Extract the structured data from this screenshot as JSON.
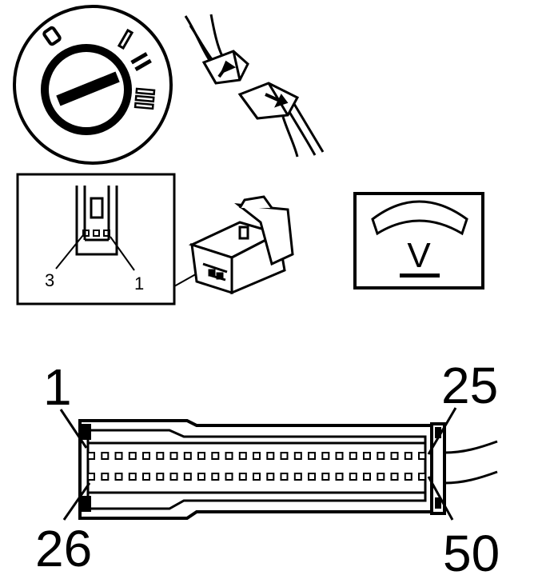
{
  "ignition_switch": {
    "positions": [
      "0",
      "I",
      "II",
      "III"
    ]
  },
  "small_connector": {
    "pin_left": "3",
    "pin_right": "1"
  },
  "voltmeter": {
    "unit": "V"
  },
  "ecu_connector": {
    "label_top_left": "1",
    "label_top_right": "25",
    "label_bottom_left": "26",
    "label_bottom_right": "50",
    "pins_per_row": 25
  },
  "colors": {
    "ink": "#000000",
    "paper": "#ffffff"
  }
}
